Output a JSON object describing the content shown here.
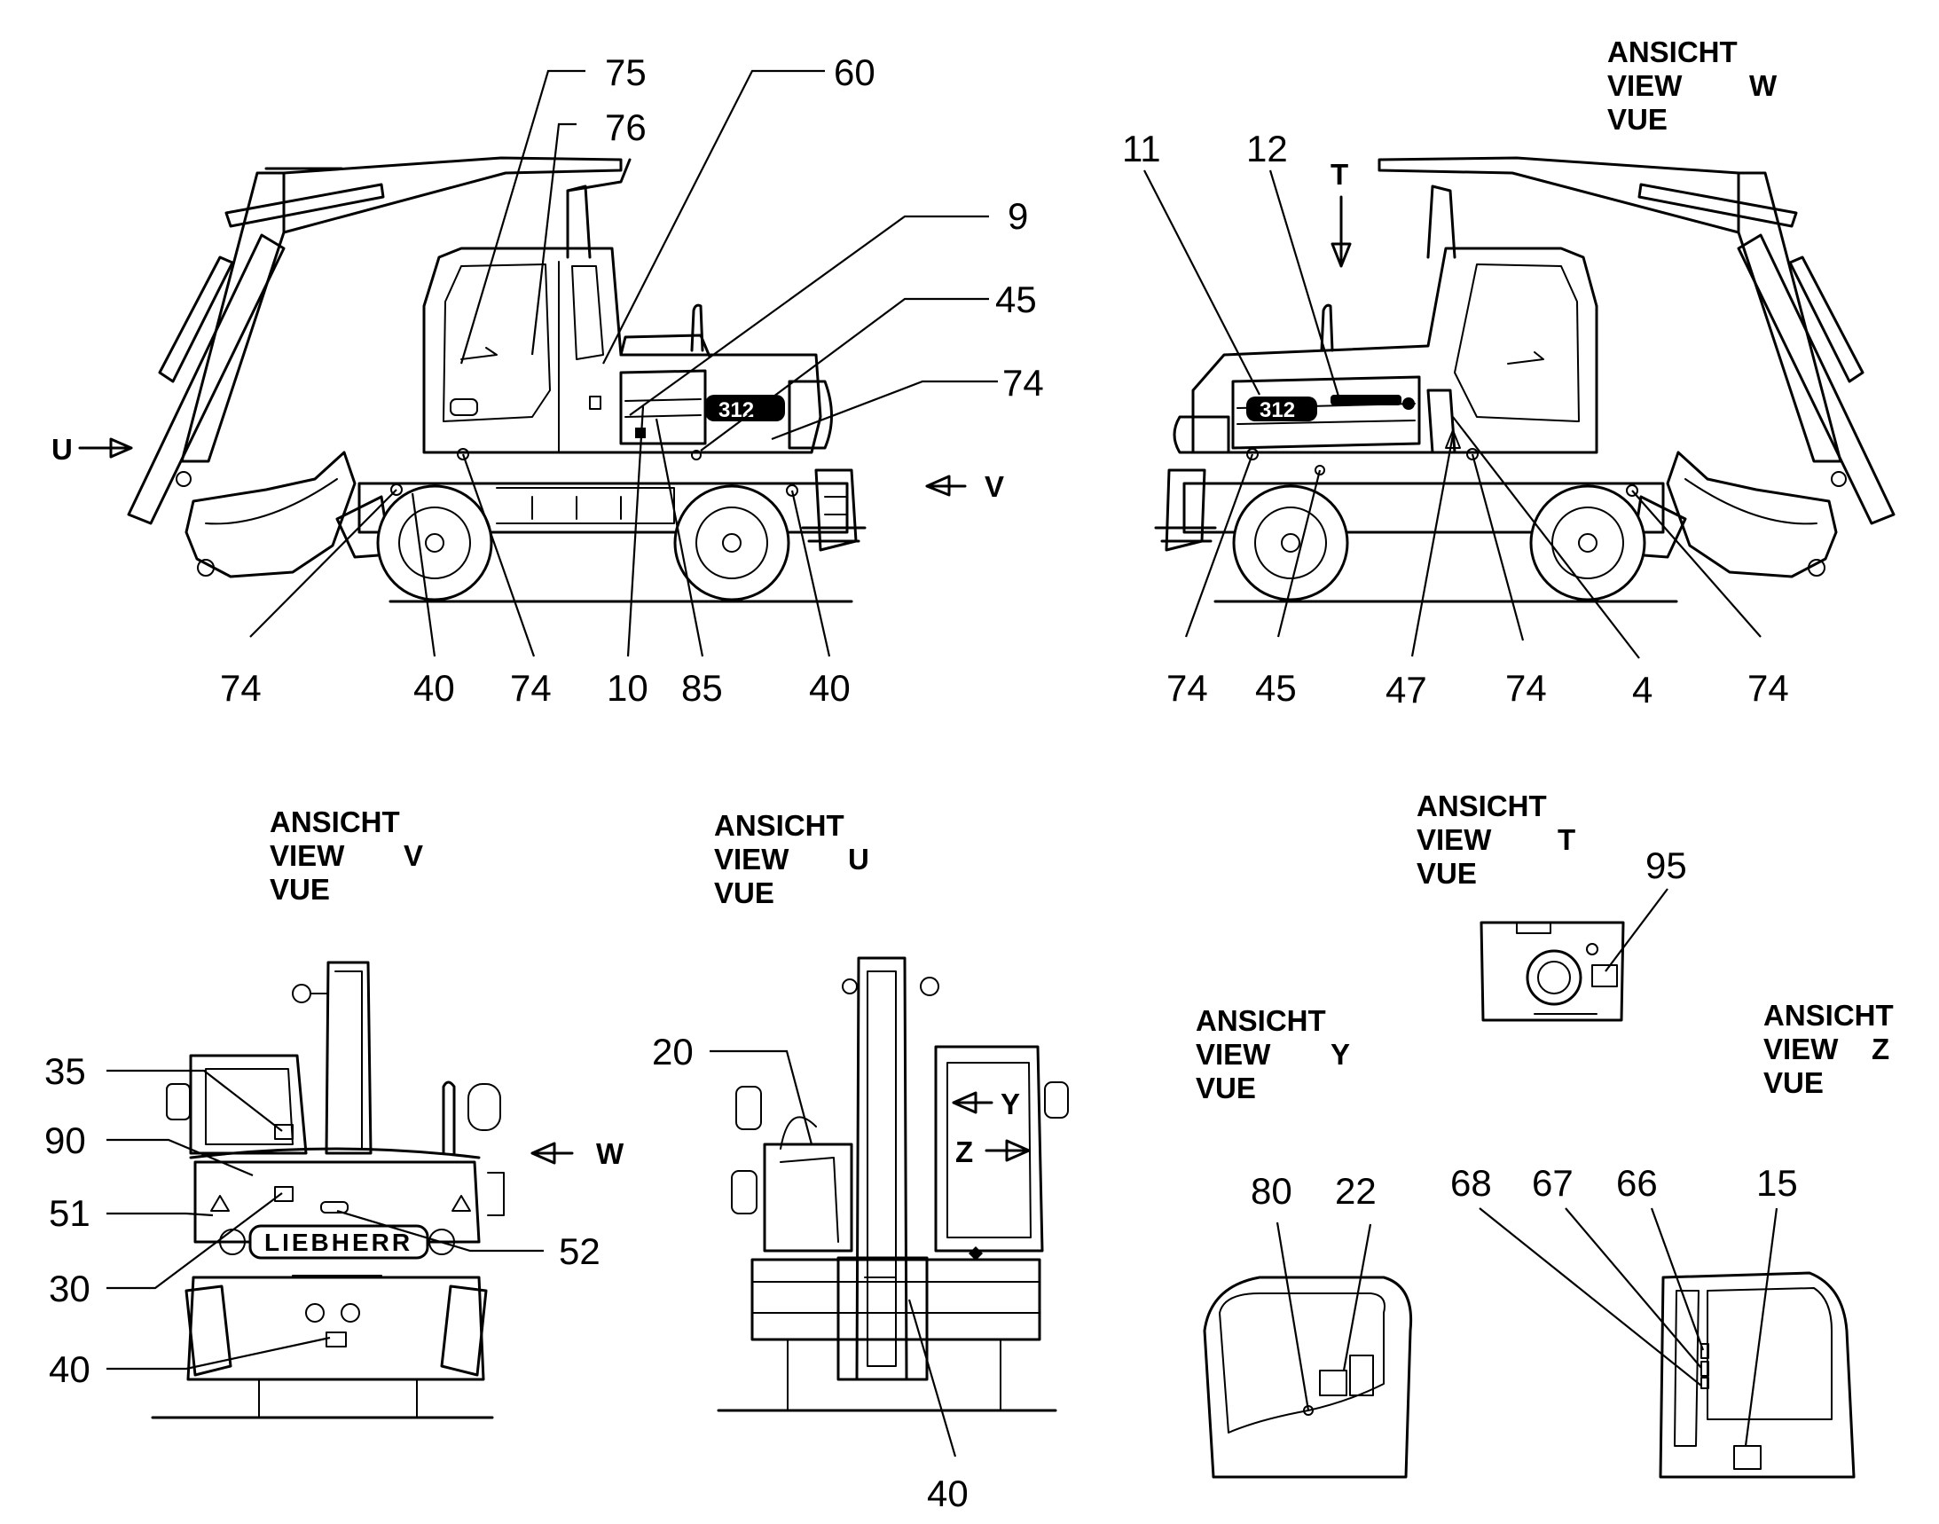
{
  "view_headers": [
    {
      "id": "w",
      "lines": [
        "ANSICHT",
        "VIEW",
        "VUE"
      ],
      "letter": "W"
    },
    {
      "id": "v",
      "lines": [
        "ANSICHT",
        "VIEW",
        "VUE"
      ],
      "letter": "V"
    },
    {
      "id": "u",
      "lines": [
        "ANSICHT",
        "VIEW",
        "VUE"
      ],
      "letter": "U"
    },
    {
      "id": "t",
      "lines": [
        "ANSICHT",
        "VIEW",
        "VUE"
      ],
      "letter": "T"
    },
    {
      "id": "y",
      "lines": [
        "ANSICHT",
        "VIEW",
        "VUE"
      ],
      "letter": "Y"
    },
    {
      "id": "z",
      "lines": [
        "ANSICHT",
        "VIEW",
        "VUE"
      ],
      "letter": "Z"
    }
  ],
  "arrows": {
    "u": "U",
    "v": "V",
    "t": "T",
    "w": "W",
    "y": "Y",
    "z": "Z"
  },
  "machine": {
    "model": "312",
    "brand": "LIEBHERR"
  },
  "labels": {
    "left_side": {
      "top": [
        "75",
        "76",
        "60",
        "9",
        "45",
        "74"
      ],
      "bottom": [
        "74",
        "40",
        "74",
        "10",
        "85",
        "40"
      ]
    },
    "right_side": {
      "top": [
        "11",
        "12"
      ],
      "bottom": [
        "74",
        "45",
        "47",
        "74",
        "4",
        "74"
      ]
    },
    "view_v": [
      "35",
      "90",
      "51",
      "30",
      "40",
      "52"
    ],
    "view_u": [
      "20",
      "40"
    ],
    "view_t": [
      "95"
    ],
    "view_y": [
      "80",
      "22"
    ],
    "view_z": [
      "68",
      "67",
      "66",
      "15"
    ]
  }
}
